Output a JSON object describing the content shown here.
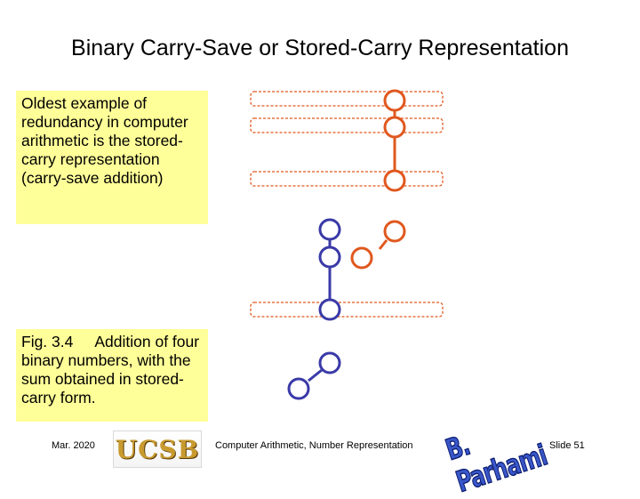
{
  "title": "Binary Carry-Save or Stored-Carry Representation",
  "note_top": "Oldest example of redundancy in computer arithmetic is the stored-carry representation (carry-save addition)",
  "note_bottom": {
    "fig_label": "Fig. 3.4",
    "text": "Addition of four binary numbers, with the sum obtained in stored-carry form."
  },
  "footer": {
    "date": "Mar. 2020",
    "center": "Computer Arithmetic, Number Representation",
    "slide": "Slide 51"
  },
  "logos": {
    "ucsb": "UCSB",
    "author_logo": "B. Parhami"
  },
  "colors": {
    "background": "#ffffff",
    "note_fill": "#ffff99",
    "operand_row": "#e0581e",
    "orange_adder": "#e0581e",
    "blue_adder": "#3a3aa8"
  }
}
